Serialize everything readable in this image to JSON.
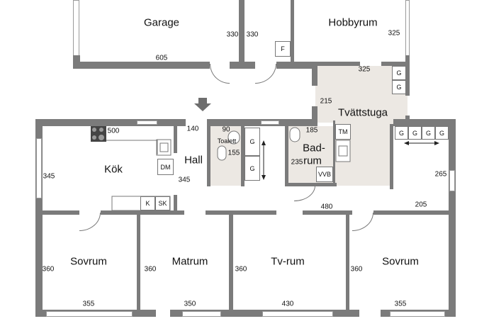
{
  "rooms": {
    "garage": "Garage",
    "hobbyrum": "Hobbyrum",
    "tvattstuga": "Tvättstuga",
    "kok": "Kök",
    "hall": "Hall",
    "toalett": "Toalett",
    "badrum1": "Bad-",
    "badrum2": "rum",
    "sovrum1": "Sovrum",
    "matrum": "Matrum",
    "tvrum": "Tv-rum",
    "sovrum2": "Sovrum"
  },
  "dimensions": {
    "garage_w": "605",
    "garage_h": "330",
    "corridor_h": "330",
    "hobby_h": "325",
    "hobby_w": "325",
    "tvatt_h": "215",
    "kok_w": "500",
    "kok_h": "345",
    "hall_w": "140",
    "hall_h": "345",
    "toalett_w": "90",
    "toalett_h": "155",
    "bad_w": "185",
    "bad_h": "235",
    "right_h": "265",
    "hall_wall": "480",
    "right_wall": "205",
    "sovrum1_h": "360",
    "sovrum1_w": "355",
    "matrum_h": "360",
    "matrum_w": "350",
    "tvrum_h": "360",
    "tvrum_w": "430",
    "sovrum2_h": "360",
    "sovrum2_w": "355"
  },
  "fixtures": {
    "f": "F",
    "g": "G",
    "dm": "DM",
    "k": "K",
    "sk": "SK",
    "tm": "TM",
    "vvb": "VVB"
  }
}
